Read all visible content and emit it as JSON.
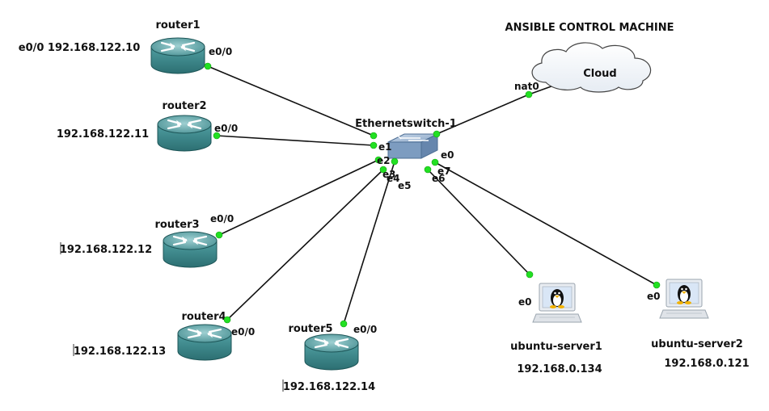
{
  "diagram": {
    "header": "ANSIBLE CONTROL MACHINE",
    "cloud": {
      "name": "Cloud",
      "port": "nat0"
    },
    "switch": {
      "name": "Ethernetswitch-1",
      "ports": [
        "e0",
        "e1",
        "e2",
        "e3",
        "e4",
        "e5",
        "e6",
        "e7"
      ]
    },
    "routers": [
      {
        "name": "router1",
        "port": "e0/0",
        "ip": "e0/0 192.168.122.10"
      },
      {
        "name": "router2",
        "port": "e0/0",
        "ip": "192.168.122.11"
      },
      {
        "name": "router3",
        "port": "e0/0",
        "ip": "192.168.122.12"
      },
      {
        "name": "router4",
        "port": "e0/0",
        "ip": "192.168.122.13"
      },
      {
        "name": "router5",
        "port": "e0/0",
        "ip": "192.168.122.14"
      }
    ],
    "servers": [
      {
        "name": "ubuntu-server1",
        "port": "e0",
        "ip": "192.168.0.134"
      },
      {
        "name": "ubuntu-server2",
        "port": "e0",
        "ip": "192.168.0.121"
      }
    ],
    "colors": {
      "link_dot": "#22e022",
      "router_body": "#3f8f92",
      "router_top": "#6fb3b6",
      "switch": "#7f9fc0"
    }
  }
}
